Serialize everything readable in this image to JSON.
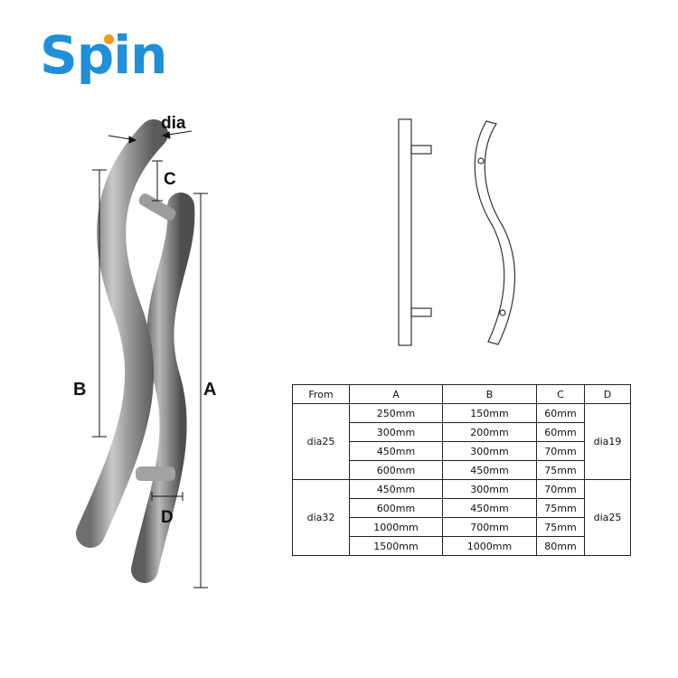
{
  "brand": {
    "logo_text": "Spin",
    "colors": {
      "logo": "#1e8fd8",
      "accent": "#f39a1e"
    }
  },
  "photo": {
    "labels": {
      "dia": "dia",
      "a": "A",
      "b": "B",
      "c": "C",
      "d": "D"
    }
  },
  "table": {
    "headers": [
      "From",
      "A",
      "B",
      "C",
      "D"
    ],
    "groups": [
      {
        "from": "dia25",
        "d": "dia19",
        "rows": [
          {
            "a": "250mm",
            "b": "150mm",
            "c": "60mm"
          },
          {
            "a": "300mm",
            "b": "200mm",
            "c": "60mm"
          },
          {
            "a": "450mm",
            "b": "300mm",
            "c": "70mm"
          },
          {
            "a": "600mm",
            "b": "450mm",
            "c": "75mm"
          }
        ]
      },
      {
        "from": "dia32",
        "d": "dia25",
        "rows": [
          {
            "a": "450mm",
            "b": "300mm",
            "c": "70mm"
          },
          {
            "a": "600mm",
            "b": "450mm",
            "c": "75mm"
          },
          {
            "a": "1000mm",
            "b": "700mm",
            "c": "75mm"
          },
          {
            "a": "1500mm",
            "b": "1000mm",
            "c": "80mm"
          }
        ]
      }
    ]
  }
}
